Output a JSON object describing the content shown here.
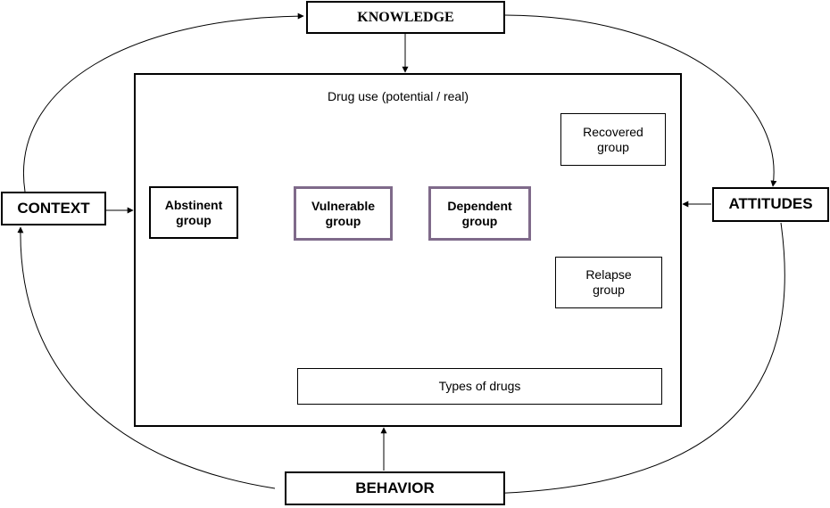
{
  "factors": {
    "knowledge": "KNOWLEDGE",
    "context": "CONTEXT",
    "attitudes": "ATTITUDES",
    "behavior": "BEHAVIOR"
  },
  "frame": {
    "title": "Drug use (potential / real)"
  },
  "groups": {
    "abstinent": [
      "Abstinent",
      "group"
    ],
    "vulnerable": [
      "Vulnerable",
      "group"
    ],
    "dependent": [
      "Dependent",
      "group"
    ],
    "recovered": [
      "Recovered",
      "group"
    ],
    "relapse": [
      "Relapse",
      "group"
    ]
  },
  "drugs": {
    "label": "Types of drugs"
  },
  "colors": {
    "flow_arrow": "#7030a0",
    "line": "#000000",
    "highlight_border": "#7f6a8a"
  }
}
